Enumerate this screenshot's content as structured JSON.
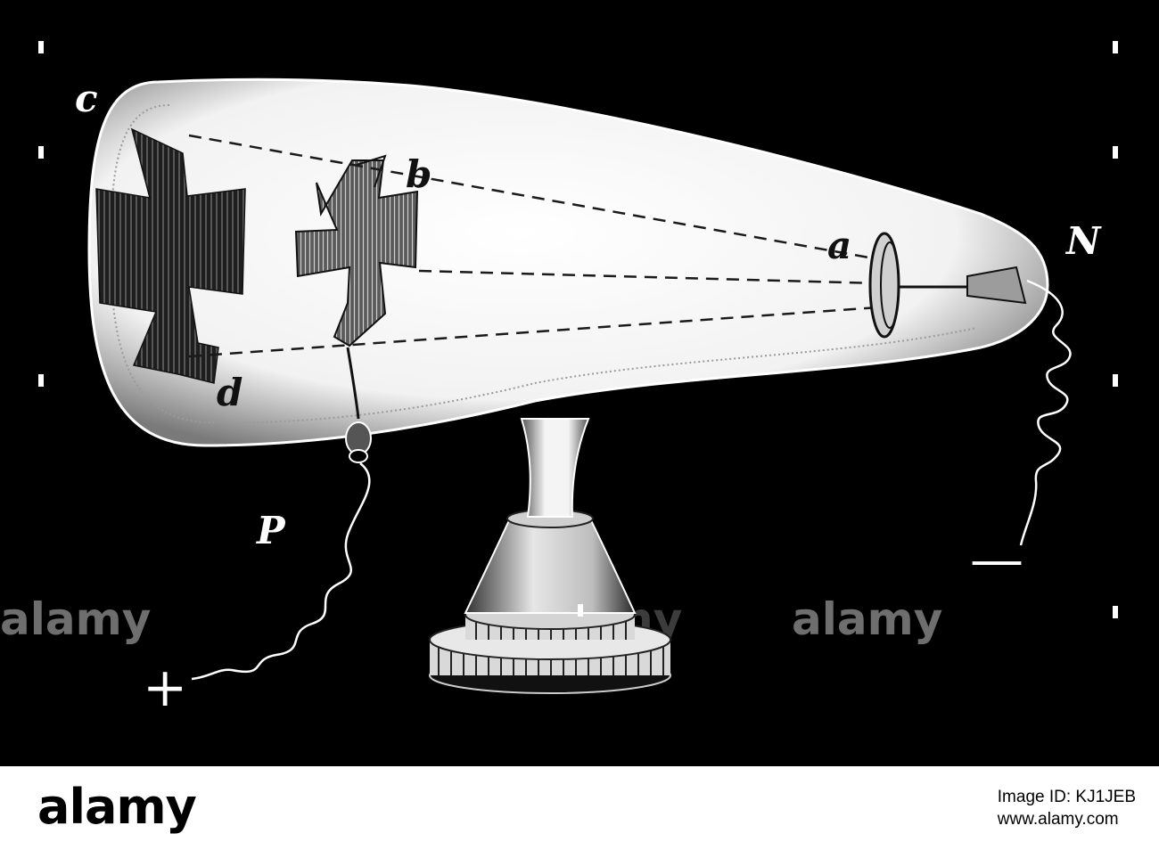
{
  "labels": {
    "c": "c",
    "b": "b",
    "a": "a",
    "N": "N",
    "d": "d",
    "P": "P",
    "plus": "+",
    "minus": "—"
  },
  "watermark": {
    "text": "alamy"
  },
  "footer": {
    "logo": "alamy",
    "image_id": "Image ID: KJ1JEB",
    "url": "www.alamy.com"
  },
  "colors": {
    "background": "#000000",
    "glass": "#ffffff",
    "footer_bg": "#ffffff"
  }
}
